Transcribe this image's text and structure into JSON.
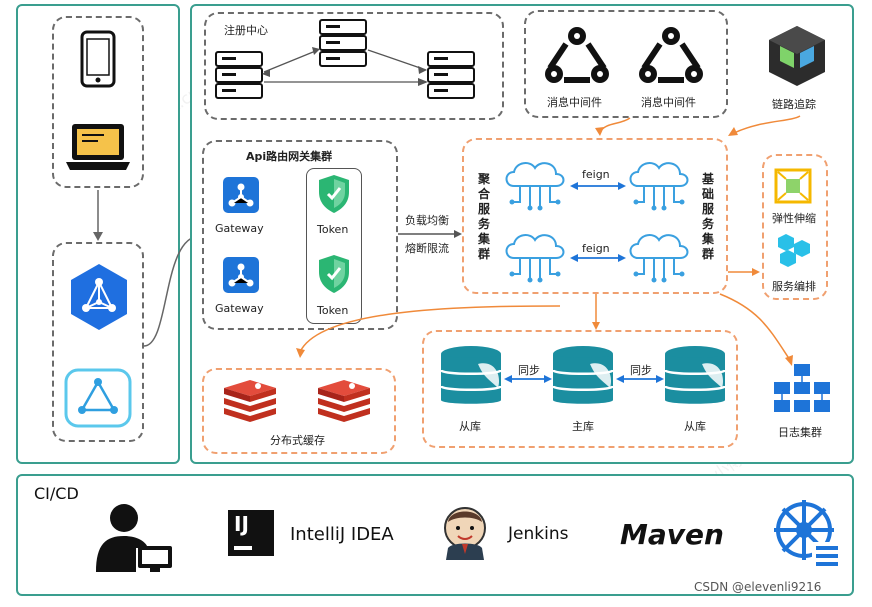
{
  "registry": {
    "title": "注册中心"
  },
  "mq": {
    "labels": [
      "消息中间件",
      "消息中间件"
    ]
  },
  "tracing": {
    "label": "链路追踪"
  },
  "gateway_cluster": {
    "title": "Api路由网关集群",
    "gateways": [
      "Gateway",
      "Gateway"
    ],
    "tokens": [
      "Token",
      "Token"
    ]
  },
  "lb": {
    "line1": "负载均衡",
    "line2": "熔断限流"
  },
  "aggregate": {
    "title": "聚合服务集群"
  },
  "base": {
    "title": "基础服务集群"
  },
  "feign": [
    "feign",
    "feign"
  ],
  "right_services": {
    "elastic": "弹性伸缩",
    "orchestration": "服务编排"
  },
  "cache": {
    "label": "分布式缓存"
  },
  "db": {
    "slave_left": "从库",
    "master": "主库",
    "slave_right": "从库",
    "sync": [
      "同步",
      "同步"
    ]
  },
  "log": {
    "label": "日志集群"
  },
  "cicd": {
    "title": "CI/CD",
    "intellij_label": "IntelliJ IDEA",
    "intellij_logo": "IJ",
    "jenkins_label": "Jenkins",
    "maven_label": "Maven"
  },
  "credit": "CSDN @elevenli9216",
  "watermark": "小傅哥 bugstack.cn"
}
